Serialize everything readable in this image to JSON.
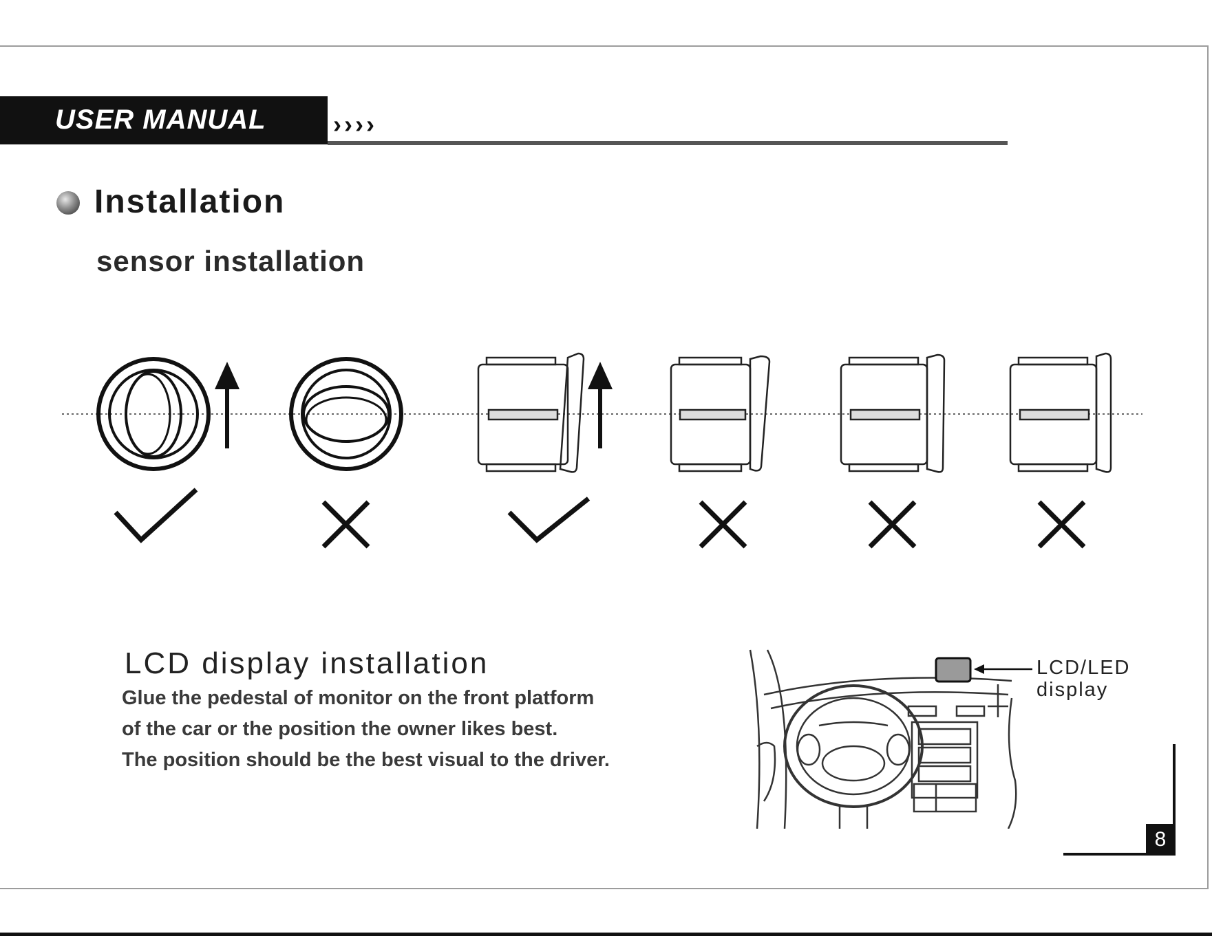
{
  "header": {
    "title": "USER MANUAL",
    "chevrons": "››››"
  },
  "section": {
    "title": "Installation",
    "subtitle": "sensor installation"
  },
  "sensor_figures": {
    "marks": [
      "correct",
      "wrong",
      "correct",
      "wrong",
      "wrong",
      "wrong"
    ],
    "icons": [
      "check-icon",
      "cross-icon"
    ]
  },
  "lcd": {
    "title": "LCD display installation",
    "lines": [
      "Glue the pedestal of monitor on the front platform",
      "of the car or the position the owner likes best.",
      "The position should be the best visual to the driver."
    ],
    "label_line1": "LCD/LED",
    "label_line2": "display"
  },
  "page": {
    "number": "8"
  },
  "colors": {
    "ink": "#111111",
    "display_fill": "#9a9a9a"
  }
}
